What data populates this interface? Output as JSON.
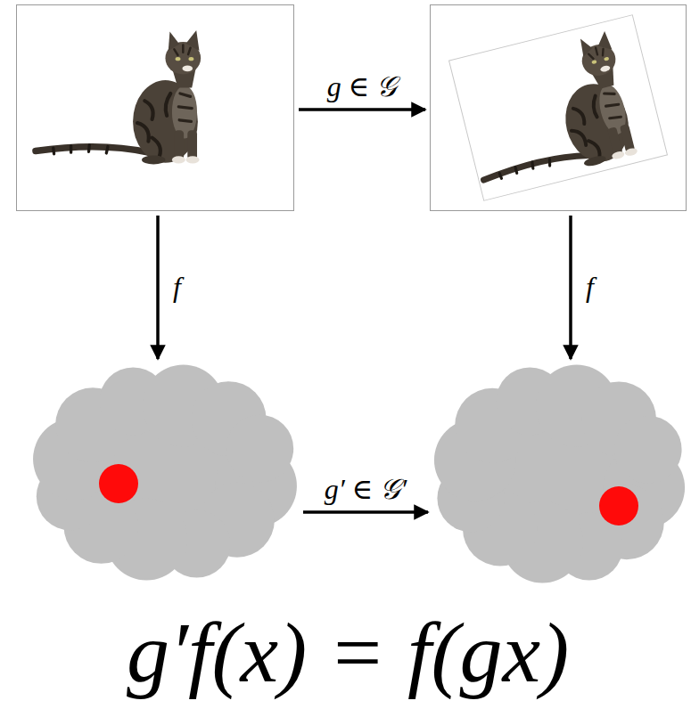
{
  "diagram": {
    "nodes": [
      {
        "text": []
      },
      {
        "text": []
      },
      {
        "text": []
      },
      {
        "text": []
      }
    ],
    "edges": [
      {
        "from": 0,
        "to": 1,
        "arrow": "to",
        "label": "g ∈ 𝒢"
      },
      {
        "from": 0,
        "to": 2,
        "arrow": "to",
        "label": "f"
      },
      {
        "from": 1,
        "to": 3,
        "arrow": "to",
        "label": "f"
      },
      {
        "from": 2,
        "to": 3,
        "arrow": "to",
        "label": "g′ ∈ 𝒢′"
      }
    ],
    "labels": [
      "g′f(x) = f(gx)"
    ]
  }
}
